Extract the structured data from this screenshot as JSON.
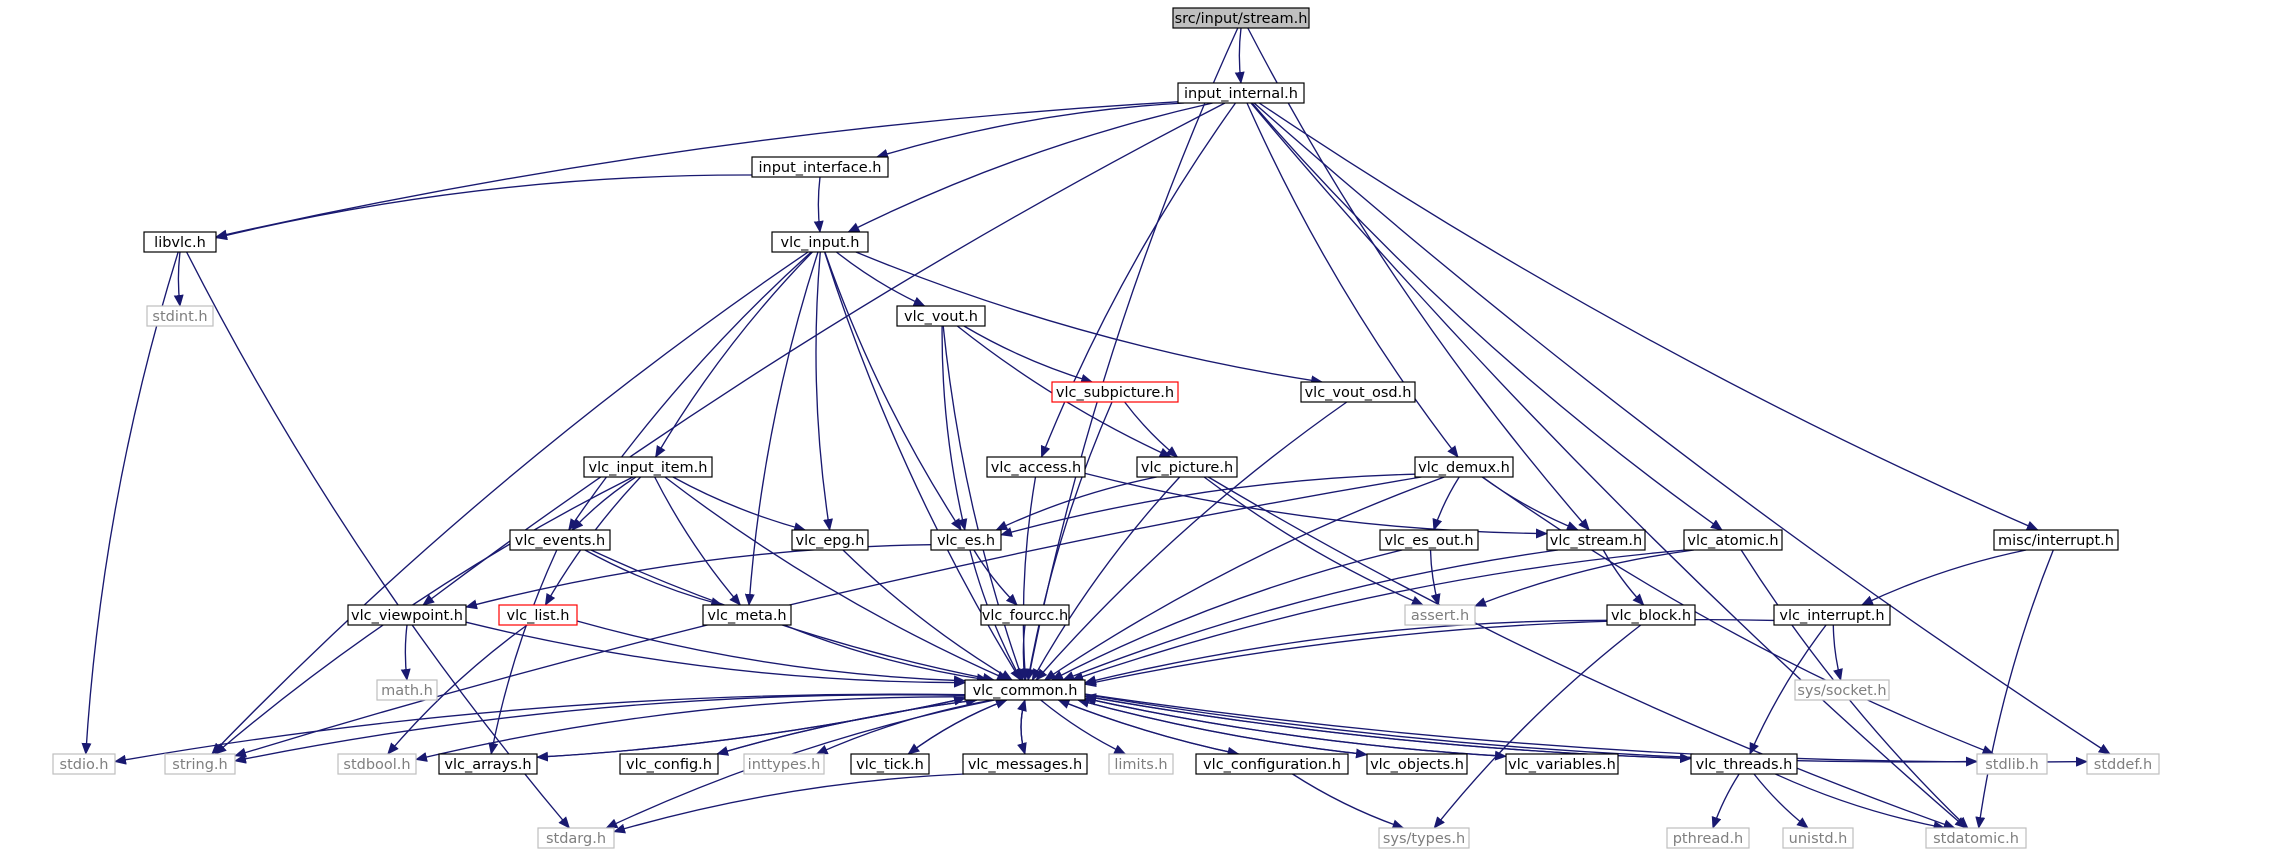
{
  "graph": {
    "colors": {
      "background": "#ffffff",
      "node_border": "#000000",
      "node_text": "#000000",
      "root_fill": "#bfbfbf",
      "external_border": "#bfbfbf",
      "external_text": "#7f7f7f",
      "special_border": "#ff0000",
      "edge": "#191970"
    },
    "nodes": [
      {
        "id": "root",
        "label": "src/input/stream.h",
        "kind": "root"
      },
      {
        "id": "input_internal",
        "label": "input_internal.h",
        "kind": "normal"
      },
      {
        "id": "libvlc",
        "label": "libvlc.h",
        "kind": "normal"
      },
      {
        "id": "input_interface",
        "label": "input_interface.h",
        "kind": "normal"
      },
      {
        "id": "vlc_input",
        "label": "vlc_input.h",
        "kind": "normal"
      },
      {
        "id": "stdint",
        "label": "stdint.h",
        "kind": "external"
      },
      {
        "id": "vlc_vout",
        "label": "vlc_vout.h",
        "kind": "normal"
      },
      {
        "id": "vlc_subpicture",
        "label": "vlc_subpicture.h",
        "kind": "special"
      },
      {
        "id": "vlc_vout_osd",
        "label": "vlc_vout_osd.h",
        "kind": "normal"
      },
      {
        "id": "vlc_access",
        "label": "vlc_access.h",
        "kind": "normal"
      },
      {
        "id": "vlc_input_item",
        "label": "vlc_input_item.h",
        "kind": "normal"
      },
      {
        "id": "vlc_picture",
        "label": "vlc_picture.h",
        "kind": "normal"
      },
      {
        "id": "vlc_demux",
        "label": "vlc_demux.h",
        "kind": "normal"
      },
      {
        "id": "vlc_events",
        "label": "vlc_events.h",
        "kind": "normal"
      },
      {
        "id": "vlc_epg",
        "label": "vlc_epg.h",
        "kind": "normal"
      },
      {
        "id": "vlc_es",
        "label": "vlc_es.h",
        "kind": "normal"
      },
      {
        "id": "vlc_es_out",
        "label": "vlc_es_out.h",
        "kind": "normal"
      },
      {
        "id": "vlc_stream",
        "label": "vlc_stream.h",
        "kind": "normal"
      },
      {
        "id": "vlc_atomic",
        "label": "vlc_atomic.h",
        "kind": "normal"
      },
      {
        "id": "misc_interrupt",
        "label": "misc/interrupt.h",
        "kind": "normal"
      },
      {
        "id": "vlc_viewpoint",
        "label": "vlc_viewpoint.h",
        "kind": "normal"
      },
      {
        "id": "vlc_list",
        "label": "vlc_list.h",
        "kind": "special"
      },
      {
        "id": "vlc_meta",
        "label": "vlc_meta.h",
        "kind": "normal"
      },
      {
        "id": "vlc_fourcc",
        "label": "vlc_fourcc.h",
        "kind": "normal"
      },
      {
        "id": "assert",
        "label": "assert.h",
        "kind": "external"
      },
      {
        "id": "vlc_block",
        "label": "vlc_block.h",
        "kind": "normal"
      },
      {
        "id": "vlc_interrupt",
        "label": "vlc_interrupt.h",
        "kind": "normal"
      },
      {
        "id": "math",
        "label": "math.h",
        "kind": "external"
      },
      {
        "id": "sys_socket",
        "label": "sys/socket.h",
        "kind": "external"
      },
      {
        "id": "vlc_common",
        "label": "vlc_common.h",
        "kind": "normal"
      },
      {
        "id": "stdio",
        "label": "stdio.h",
        "kind": "external"
      },
      {
        "id": "string",
        "label": "string.h",
        "kind": "external"
      },
      {
        "id": "stdbool",
        "label": "stdbool.h",
        "kind": "external"
      },
      {
        "id": "vlc_arrays",
        "label": "vlc_arrays.h",
        "kind": "normal"
      },
      {
        "id": "vlc_config",
        "label": "vlc_config.h",
        "kind": "normal"
      },
      {
        "id": "inttypes",
        "label": "inttypes.h",
        "kind": "external"
      },
      {
        "id": "vlc_tick",
        "label": "vlc_tick.h",
        "kind": "normal"
      },
      {
        "id": "vlc_messages",
        "label": "vlc_messages.h",
        "kind": "normal"
      },
      {
        "id": "limits",
        "label": "limits.h",
        "kind": "external"
      },
      {
        "id": "vlc_configuration",
        "label": "vlc_configuration.h",
        "kind": "normal"
      },
      {
        "id": "vlc_objects",
        "label": "vlc_objects.h",
        "kind": "normal"
      },
      {
        "id": "vlc_variables",
        "label": "vlc_variables.h",
        "kind": "normal"
      },
      {
        "id": "vlc_threads",
        "label": "vlc_threads.h",
        "kind": "normal"
      },
      {
        "id": "stdlib",
        "label": "stdlib.h",
        "kind": "external"
      },
      {
        "id": "stddef",
        "label": "stddef.h",
        "kind": "external"
      },
      {
        "id": "stdarg",
        "label": "stdarg.h",
        "kind": "external"
      },
      {
        "id": "sys_types",
        "label": "sys/types.h",
        "kind": "external"
      },
      {
        "id": "pthread",
        "label": "pthread.h",
        "kind": "external"
      },
      {
        "id": "unistd",
        "label": "unistd.h",
        "kind": "external"
      },
      {
        "id": "stdatomic",
        "label": "stdatomic.h",
        "kind": "external"
      }
    ],
    "edges": [
      [
        "root",
        "input_internal"
      ],
      [
        "root",
        "vlc_common"
      ],
      [
        "root",
        "vlc_stream"
      ],
      [
        "input_internal",
        "libvlc"
      ],
      [
        "input_internal",
        "input_interface"
      ],
      [
        "input_internal",
        "vlc_input"
      ],
      [
        "input_internal",
        "vlc_viewpoint"
      ],
      [
        "input_internal",
        "vlc_access"
      ],
      [
        "input_internal",
        "vlc_demux"
      ],
      [
        "input_internal",
        "vlc_atomic"
      ],
      [
        "input_internal",
        "misc_interrupt"
      ],
      [
        "input_internal",
        "stddef"
      ],
      [
        "input_internal",
        "stdatomic"
      ],
      [
        "input_interface",
        "libvlc"
      ],
      [
        "input_interface",
        "vlc_input"
      ],
      [
        "libvlc",
        "stdint"
      ],
      [
        "libvlc",
        "stdio"
      ],
      [
        "libvlc",
        "stdarg"
      ],
      [
        "vlc_input",
        "vlc_vout"
      ],
      [
        "vlc_input",
        "vlc_vout_osd"
      ],
      [
        "vlc_input",
        "vlc_input_item"
      ],
      [
        "vlc_input",
        "vlc_events"
      ],
      [
        "vlc_input",
        "vlc_epg"
      ],
      [
        "vlc_input",
        "vlc_es"
      ],
      [
        "vlc_input",
        "vlc_meta"
      ],
      [
        "vlc_input",
        "string"
      ],
      [
        "vlc_input",
        "vlc_common"
      ],
      [
        "vlc_vout",
        "vlc_subpicture"
      ],
      [
        "vlc_vout",
        "vlc_picture"
      ],
      [
        "vlc_vout",
        "vlc_es"
      ],
      [
        "vlc_vout",
        "vlc_common"
      ],
      [
        "vlc_subpicture",
        "vlc_picture"
      ],
      [
        "vlc_subpicture",
        "vlc_common"
      ],
      [
        "vlc_vout_osd",
        "vlc_common"
      ],
      [
        "vlc_access",
        "vlc_stream"
      ],
      [
        "vlc_access",
        "vlc_common"
      ],
      [
        "vlc_input_item",
        "vlc_events"
      ],
      [
        "vlc_input_item",
        "vlc_epg"
      ],
      [
        "vlc_input_item",
        "vlc_list"
      ],
      [
        "vlc_input_item",
        "vlc_meta"
      ],
      [
        "vlc_input_item",
        "string"
      ],
      [
        "vlc_input_item",
        "vlc_common"
      ],
      [
        "vlc_picture",
        "vlc_es"
      ],
      [
        "vlc_picture",
        "assert"
      ],
      [
        "vlc_picture",
        "stdatomic"
      ],
      [
        "vlc_picture",
        "vlc_common"
      ],
      [
        "vlc_demux",
        "vlc_es"
      ],
      [
        "vlc_demux",
        "vlc_es_out"
      ],
      [
        "vlc_demux",
        "vlc_stream"
      ],
      [
        "vlc_demux",
        "stdlib"
      ],
      [
        "vlc_demux",
        "string"
      ],
      [
        "vlc_demux",
        "vlc_common"
      ],
      [
        "vlc_events",
        "vlc_meta"
      ],
      [
        "vlc_events",
        "vlc_arrays"
      ],
      [
        "vlc_events",
        "vlc_common"
      ],
      [
        "vlc_epg",
        "vlc_common"
      ],
      [
        "vlc_es",
        "vlc_viewpoint"
      ],
      [
        "vlc_es",
        "vlc_fourcc"
      ],
      [
        "vlc_es",
        "vlc_common"
      ],
      [
        "vlc_es_out",
        "assert"
      ],
      [
        "vlc_es_out",
        "vlc_common"
      ],
      [
        "vlc_stream",
        "vlc_block"
      ],
      [
        "vlc_stream",
        "vlc_common"
      ],
      [
        "vlc_atomic",
        "assert"
      ],
      [
        "vlc_atomic",
        "stdatomic"
      ],
      [
        "vlc_atomic",
        "vlc_common"
      ],
      [
        "misc_interrupt",
        "vlc_interrupt"
      ],
      [
        "misc_interrupt",
        "stdatomic"
      ],
      [
        "vlc_viewpoint",
        "math"
      ],
      [
        "vlc_viewpoint",
        "vlc_common"
      ],
      [
        "vlc_list",
        "stdbool"
      ],
      [
        "vlc_list",
        "vlc_common"
      ],
      [
        "vlc_meta",
        "vlc_common"
      ],
      [
        "vlc_fourcc",
        "vlc_common"
      ],
      [
        "vlc_block",
        "sys_types"
      ],
      [
        "vlc_block",
        "vlc_common"
      ],
      [
        "vlc_interrupt",
        "sys_socket"
      ],
      [
        "vlc_interrupt",
        "vlc_threads"
      ],
      [
        "vlc_interrupt",
        "vlc_common"
      ],
      [
        "vlc_common",
        "stdio"
      ],
      [
        "vlc_common",
        "string"
      ],
      [
        "vlc_common",
        "stdbool"
      ],
      [
        "vlc_common",
        "vlc_arrays"
      ],
      [
        "vlc_common",
        "vlc_config"
      ],
      [
        "vlc_common",
        "inttypes"
      ],
      [
        "vlc_common",
        "vlc_tick"
      ],
      [
        "vlc_common",
        "vlc_messages"
      ],
      [
        "vlc_common",
        "limits"
      ],
      [
        "vlc_common",
        "vlc_configuration"
      ],
      [
        "vlc_common",
        "vlc_objects"
      ],
      [
        "vlc_common",
        "vlc_variables"
      ],
      [
        "vlc_common",
        "vlc_threads"
      ],
      [
        "vlc_common",
        "stdlib"
      ],
      [
        "vlc_common",
        "stddef"
      ],
      [
        "vlc_common",
        "stdarg"
      ],
      [
        "vlc_arrays",
        "vlc_common"
      ],
      [
        "vlc_config",
        "vlc_common"
      ],
      [
        "vlc_tick",
        "vlc_common"
      ],
      [
        "vlc_messages",
        "vlc_common"
      ],
      [
        "vlc_messages",
        "stdarg"
      ],
      [
        "vlc_configuration",
        "vlc_common"
      ],
      [
        "vlc_configuration",
        "sys_types"
      ],
      [
        "vlc_objects",
        "vlc_common"
      ],
      [
        "vlc_variables",
        "vlc_common"
      ],
      [
        "vlc_threads",
        "vlc_common"
      ],
      [
        "vlc_threads",
        "pthread"
      ],
      [
        "vlc_threads",
        "unistd"
      ],
      [
        "vlc_threads",
        "stdatomic"
      ]
    ]
  }
}
